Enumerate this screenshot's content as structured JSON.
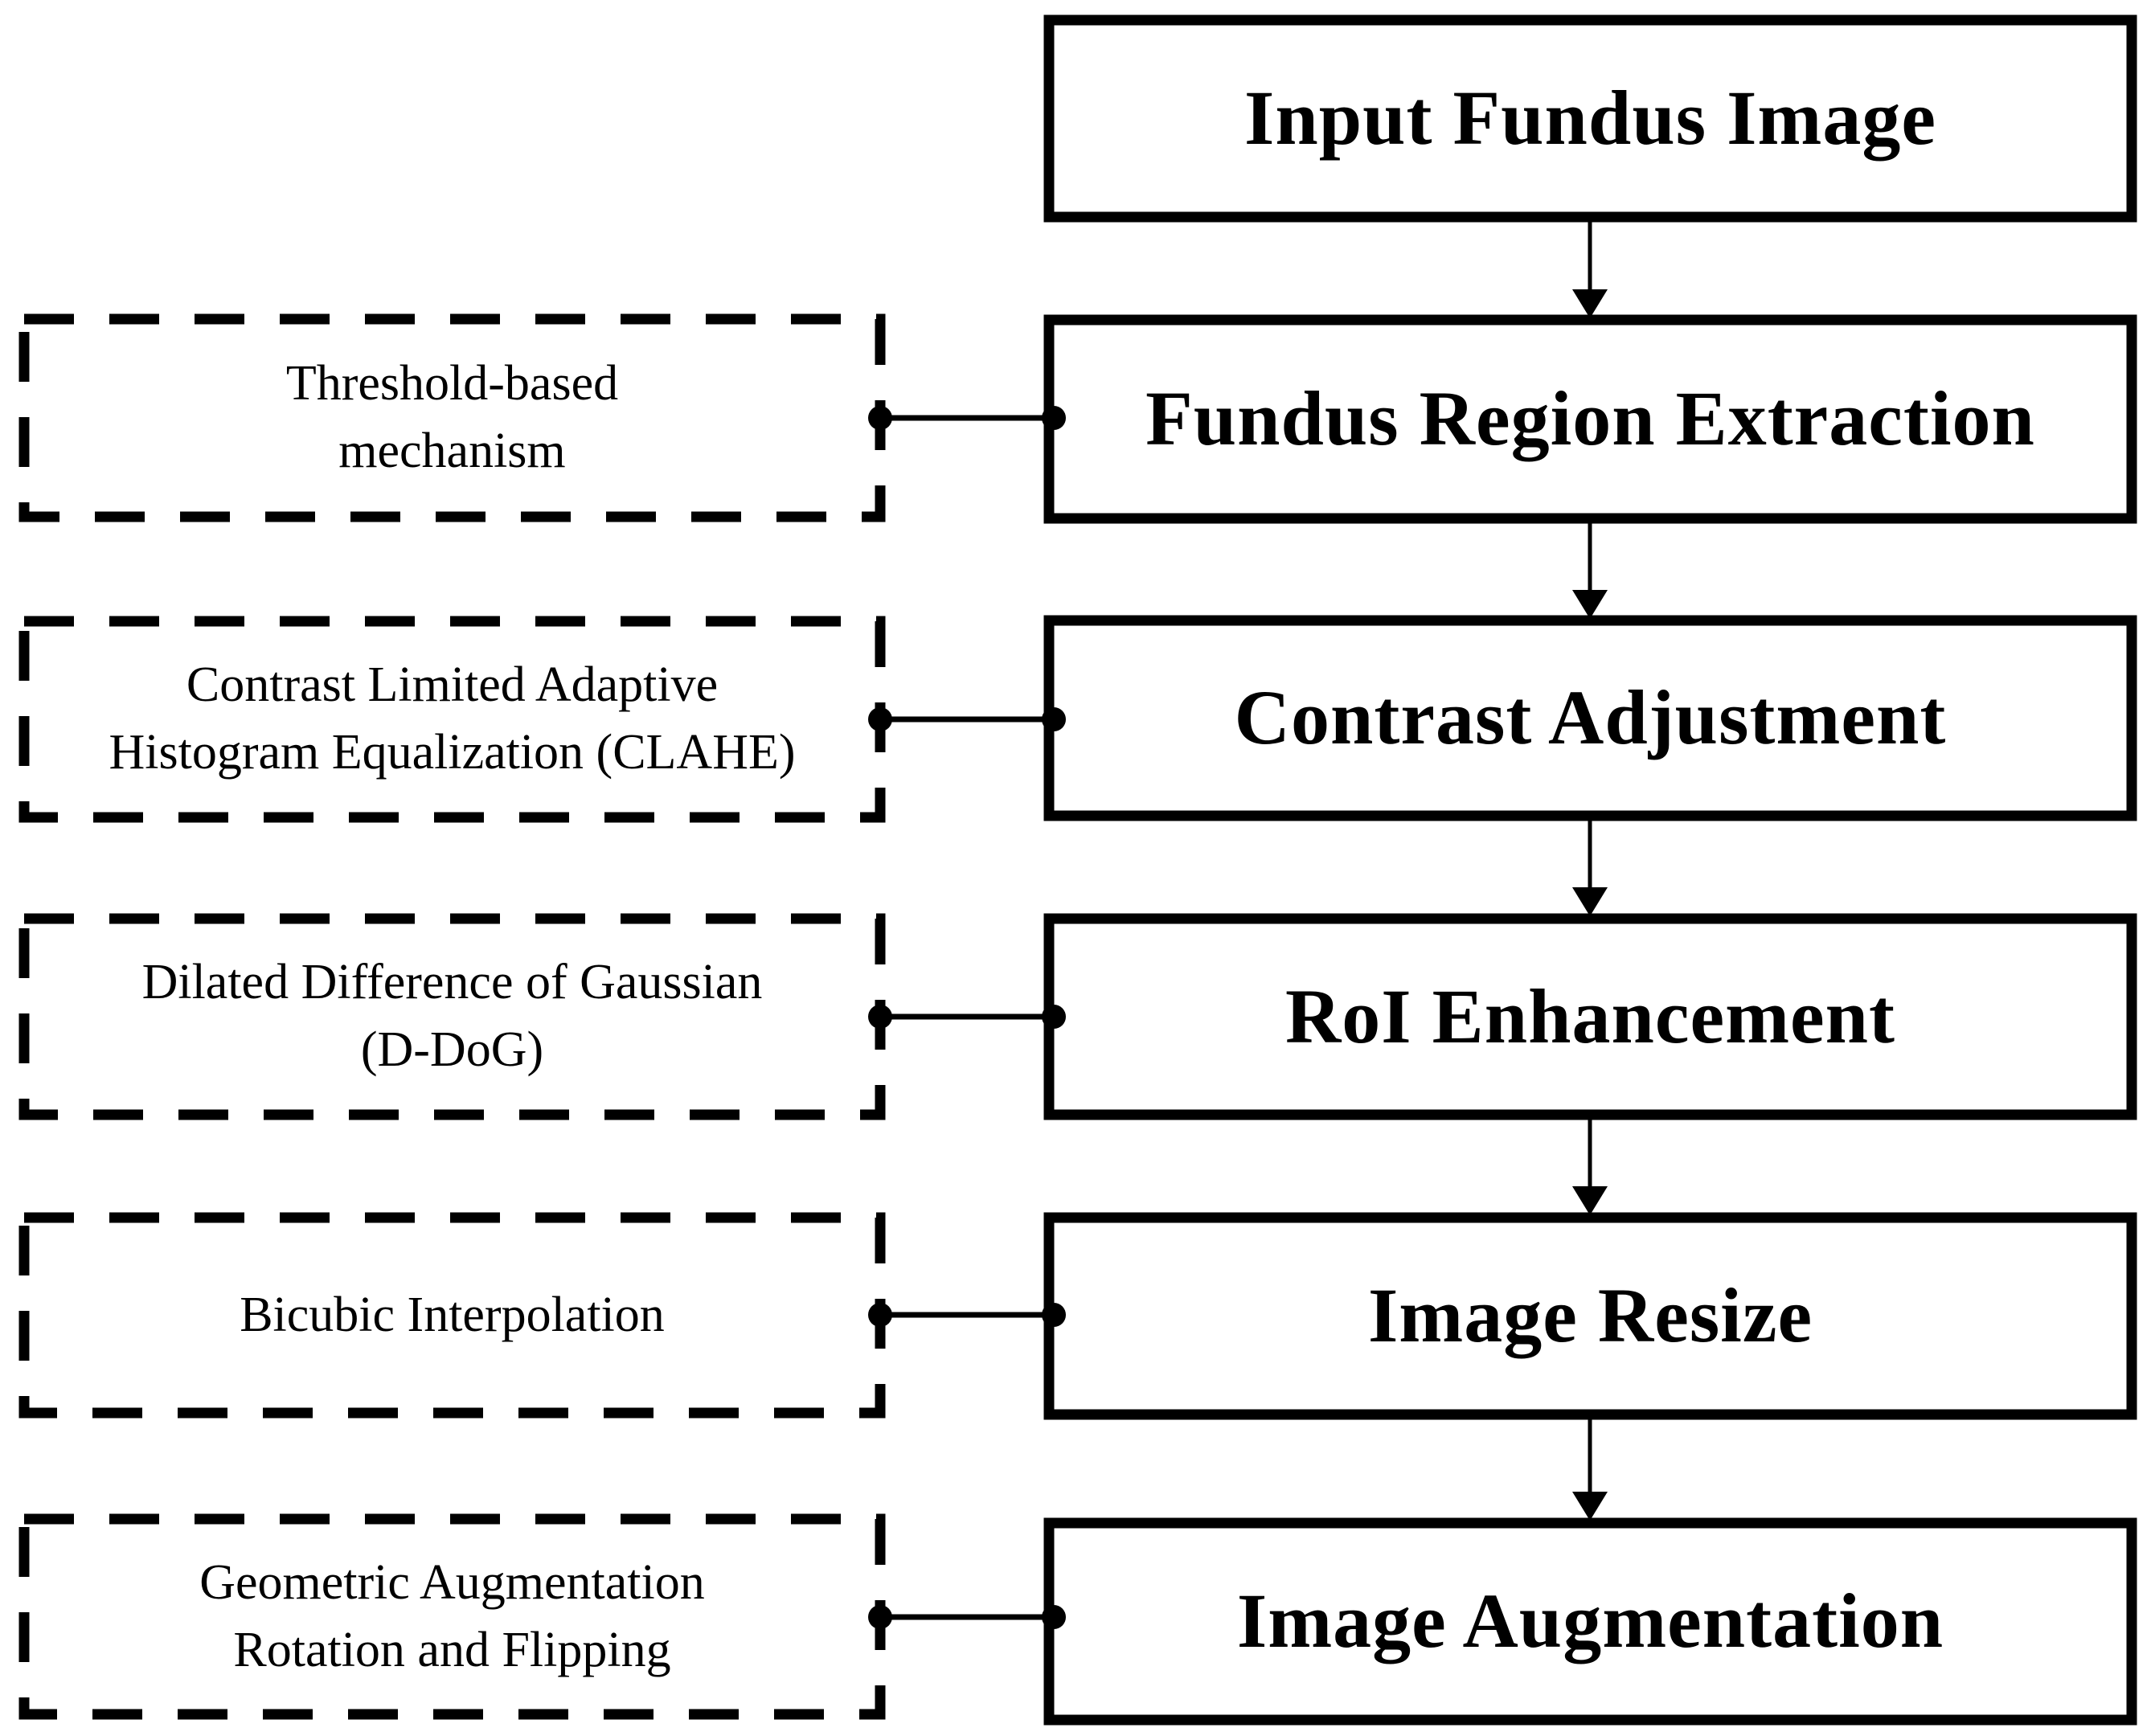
{
  "flowchart": {
    "background_color": "#ffffff",
    "line_color": "#000000",
    "pipeline": [
      {
        "label": "Input Fundus Image"
      },
      {
        "label": "Fundus Region Extraction"
      },
      {
        "label": "Contrast Adjustment"
      },
      {
        "label": "RoI Enhancement"
      },
      {
        "label": "Image Resize"
      },
      {
        "label": "Image Augmentation"
      }
    ],
    "methods": [
      {
        "label": "Threshold-based\nmechanism",
        "applies_to": "Fundus Region Extraction"
      },
      {
        "label": "Contrast Limited Adaptive\nHistogram Equalization (CLAHE)",
        "applies_to": "Contrast Adjustment"
      },
      {
        "label": "Dilated Difference of Gaussian\n(D-DoG)",
        "applies_to": "RoI Enhancement"
      },
      {
        "label": "Bicubic Interpolation",
        "applies_to": "Image Resize"
      },
      {
        "label": "Geometric Augmentation\nRotation and Flipping",
        "applies_to": "Image Augmentation"
      }
    ]
  }
}
